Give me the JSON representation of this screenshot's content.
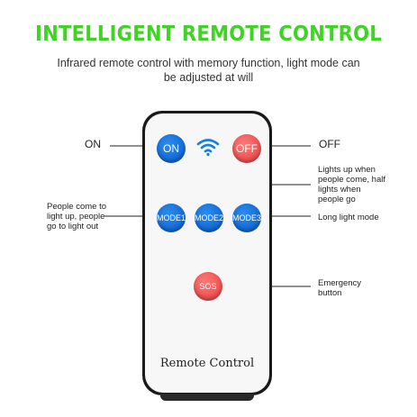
{
  "header": {
    "title": "INTELLIGENT REMOTE CONTROL",
    "subtitle": "Infrared remote control with memory function, light mode can be adjusted at will"
  },
  "remote": {
    "brand_label": "Remote Control",
    "buttons": {
      "on": "ON",
      "off": "OFF",
      "mode1": "MODE1",
      "mode2": "MODE2",
      "mode3": "MODE3",
      "sos": "SOS"
    },
    "signal_icon": "wifi-signal-icon"
  },
  "callouts": {
    "on": "ON",
    "off": "OFF",
    "mode1": "People come to light up, people go to light out",
    "mode2": "Lights up when people come, half lights when people go",
    "mode3": "Long light mode",
    "sos": "Emergency button"
  },
  "colors": {
    "title_green": "#3fd424",
    "button_blue": "#0a58c8",
    "button_red": "#e83a3a"
  }
}
